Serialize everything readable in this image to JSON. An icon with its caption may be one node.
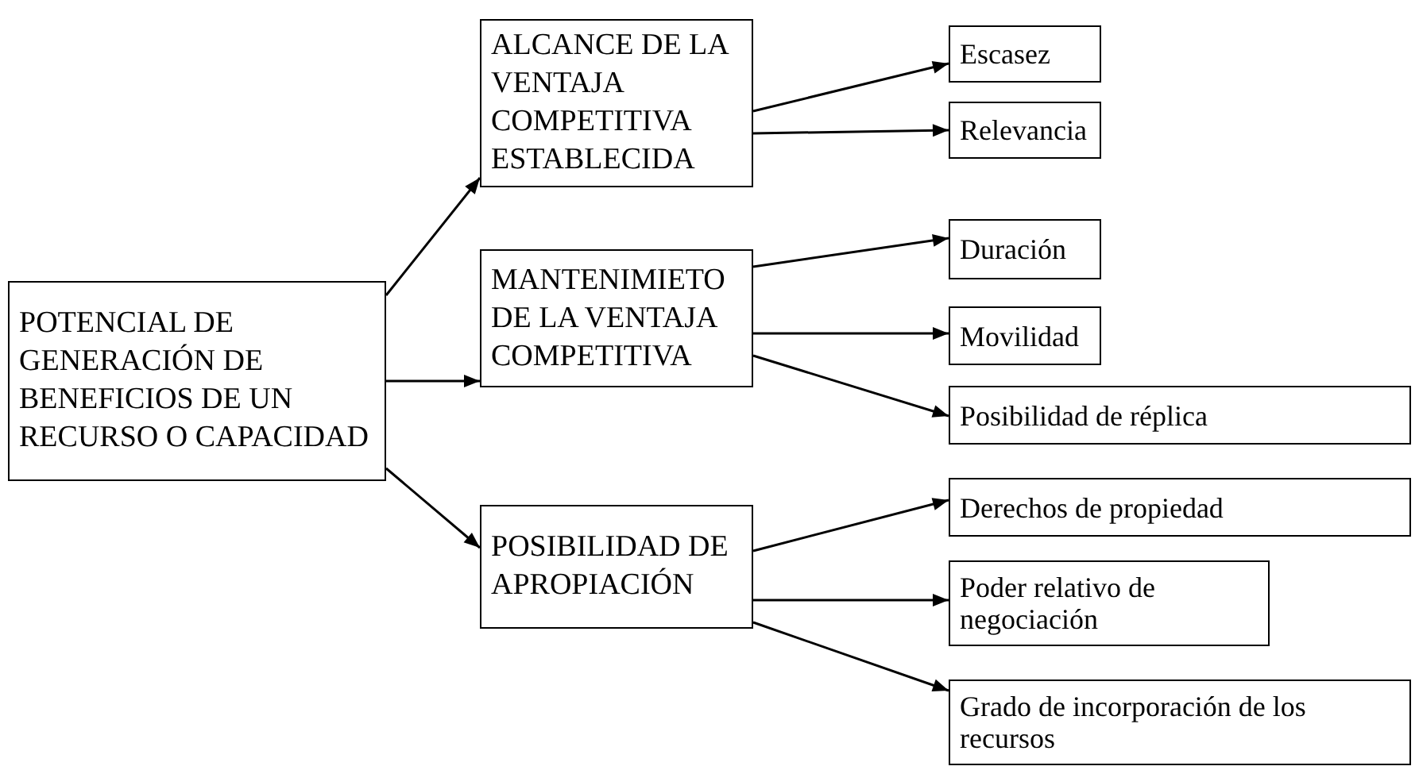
{
  "diagram": {
    "nodes": [
      {
        "text": [
          "POTENCIAL DE GENERACIÓN DE BENEFICIOS DE UN RECURSO O CAPACIDAD"
        ]
      },
      {
        "text": [
          "ALCANCE DE LA VENTAJA COMPETITIVA ESTABLECIDA"
        ]
      },
      {
        "text": [
          "MANTENIMIETO DE LA VENTAJA COMPETITIVA"
        ]
      },
      {
        "text": [
          "POSIBILIDAD DE APROPIACIÓN"
        ]
      },
      {
        "text": [
          "Escasez"
        ]
      },
      {
        "text": [
          "Relevancia"
        ]
      },
      {
        "text": [
          "Duración"
        ]
      },
      {
        "text": [
          "Movilidad"
        ]
      },
      {
        "text": [
          "Posibilidad de réplica"
        ]
      },
      {
        "text": [
          "Derechos de propiedad"
        ]
      },
      {
        "text": [
          "Poder relativo de negociación"
        ]
      },
      {
        "text": [
          "Grado de incorporación de los recursos"
        ]
      }
    ],
    "edges": [
      {
        "from": 0,
        "to": 1,
        "arrow": "to"
      },
      {
        "from": 0,
        "to": 2,
        "arrow": "to"
      },
      {
        "from": 0,
        "to": 3,
        "arrow": "to"
      },
      {
        "from": 1,
        "to": 4,
        "arrow": "to"
      },
      {
        "from": 1,
        "to": 5,
        "arrow": "to"
      },
      {
        "from": 2,
        "to": 6,
        "arrow": "to"
      },
      {
        "from": 2,
        "to": 7,
        "arrow": "to"
      },
      {
        "from": 2,
        "to": 8,
        "arrow": "to"
      },
      {
        "from": 3,
        "to": 9,
        "arrow": "to"
      },
      {
        "from": 3,
        "to": 10,
        "arrow": "to"
      },
      {
        "from": 3,
        "to": 11,
        "arrow": "to"
      }
    ]
  }
}
